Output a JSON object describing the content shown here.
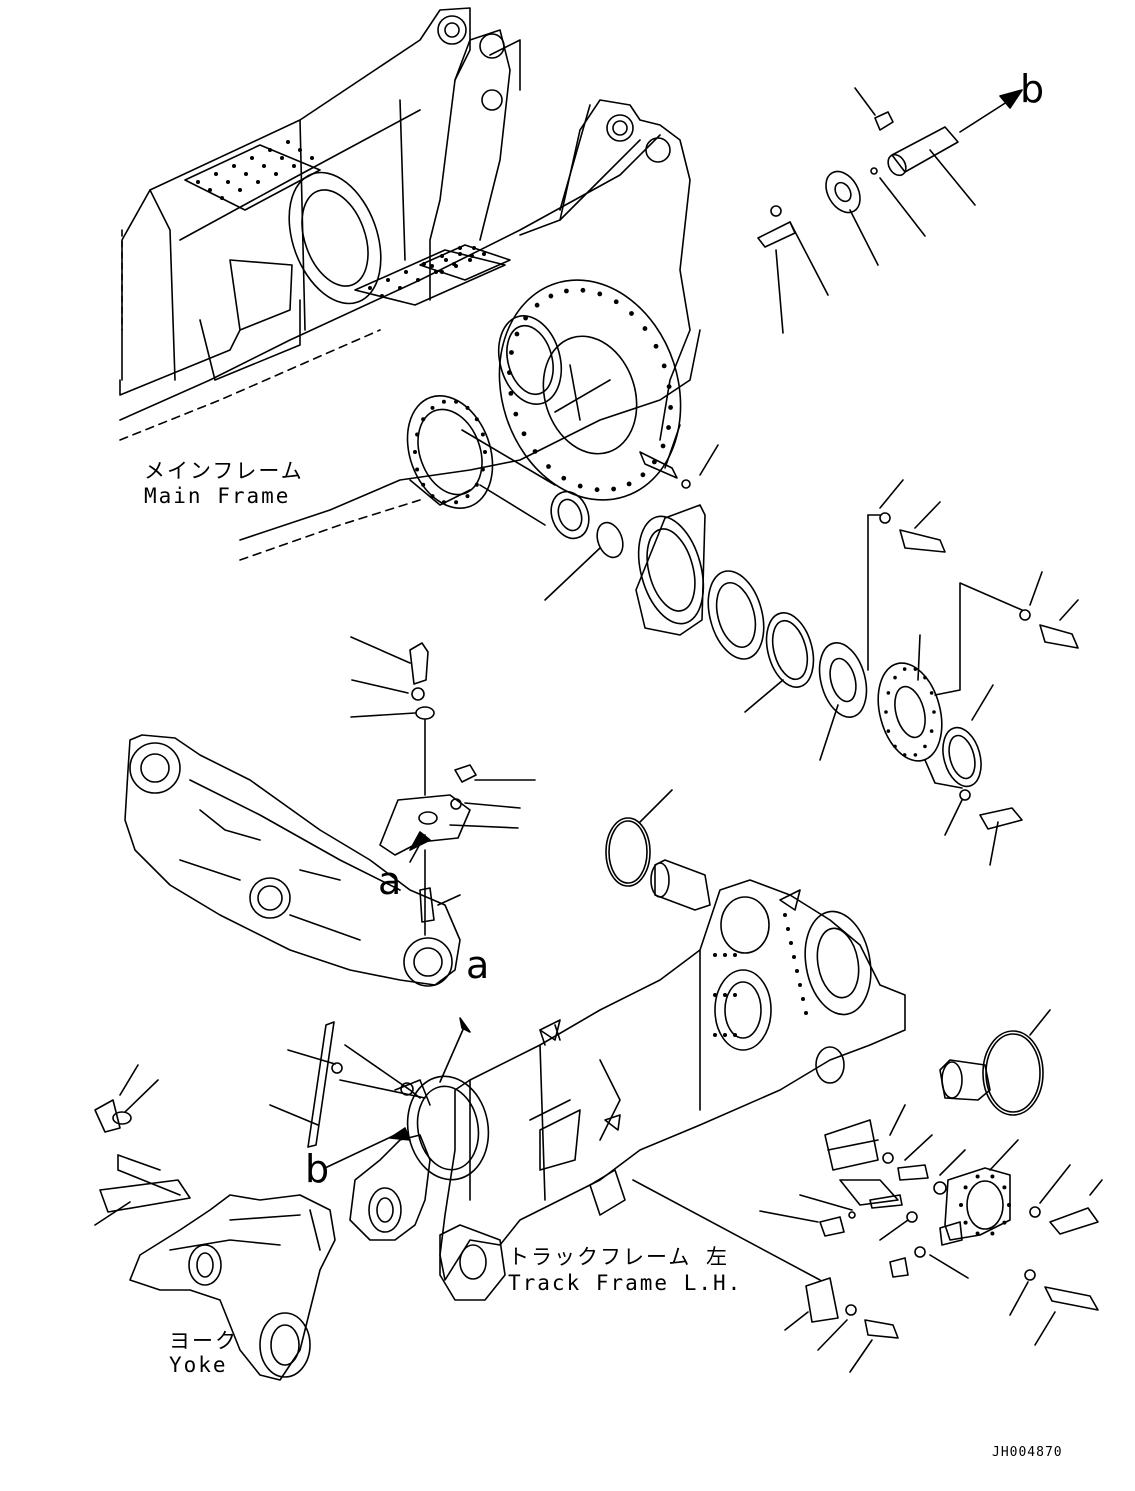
{
  "labels": {
    "main_frame_ja": "メインフレーム",
    "main_frame_en": "Main Frame",
    "track_frame_ja": "トラックフレーム 左",
    "track_frame_en": "Track Frame L.H.",
    "yoke_ja": "ヨーク",
    "yoke_en": "Yoke"
  },
  "references": {
    "b_top": "b",
    "a_upper": "a",
    "a_lower": "a",
    "b_lower": "b"
  },
  "drawing_code": "JH004870",
  "colors": {
    "line": "#000000",
    "background": "#ffffff"
  }
}
